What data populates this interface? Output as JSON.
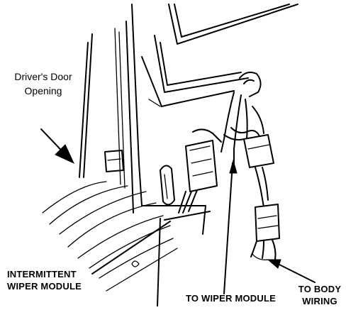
{
  "labels": {
    "door_opening": [
      "Driver's Door",
      "Opening"
    ],
    "intermittent_wiper_module": [
      "INTERMITTENT",
      "WIPER MODULE"
    ],
    "to_wiper_module": "TO WIPER MODULE",
    "to_body_wiring": [
      "TO BODY",
      "WIRING"
    ]
  }
}
